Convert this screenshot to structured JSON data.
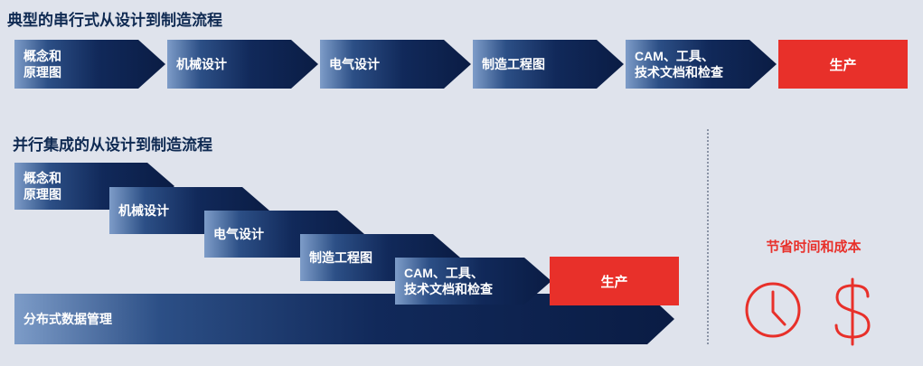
{
  "serial": {
    "title": "典型的串行式从设计到制造流程",
    "steps": [
      {
        "line1": "概念和",
        "line2": "原理图"
      },
      {
        "line1": "机械设计",
        "line2": ""
      },
      {
        "line1": "电气设计",
        "line2": ""
      },
      {
        "line1": "制造工程图",
        "line2": ""
      },
      {
        "line1": "CAM、工具、",
        "line2": "技术文档和检查"
      }
    ],
    "final": "生产"
  },
  "parallel": {
    "title": "并行集成的从设计到制造流程",
    "steps": [
      {
        "line1": "概念和",
        "line2": "原理图"
      },
      {
        "line1": "机械设计",
        "line2": ""
      },
      {
        "line1": "电气设计",
        "line2": ""
      },
      {
        "line1": "制造工程图",
        "line2": ""
      },
      {
        "line1": "CAM、工具、",
        "line2": "技术文档和检查"
      }
    ],
    "final": "生产",
    "base": "分布式数据管理"
  },
  "savings": {
    "title": "节省时间和成本",
    "icons": [
      "clock-icon",
      "dollar-icon"
    ],
    "color": "#e8302a"
  },
  "colors": {
    "background": "#dfe3ec",
    "arrow_dark": "#0a1c44",
    "arrow_light": "#7d9cc8",
    "accent_red": "#e8302a",
    "title": "#0f2a52"
  }
}
